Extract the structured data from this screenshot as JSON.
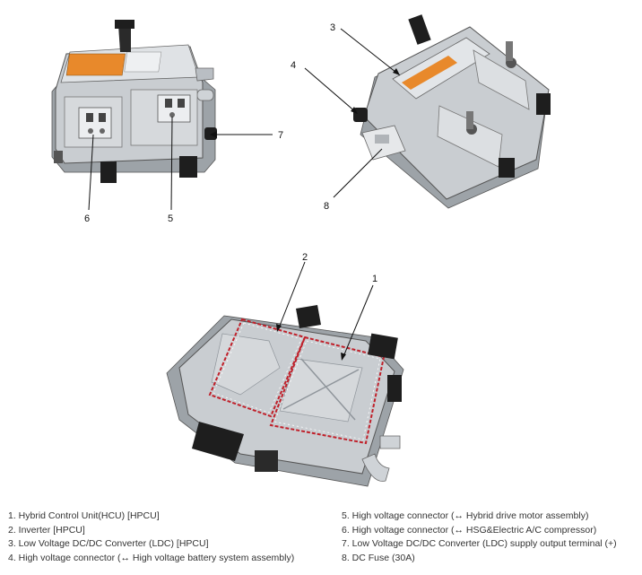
{
  "callouts": {
    "c1": "1",
    "c2": "2",
    "c3": "3",
    "c4": "4",
    "c5": "5",
    "c6": "6",
    "c7": "7",
    "c8": "8"
  },
  "legend": {
    "left": [
      "1. Hybrid Control Unit(HCU) [HPCU]",
      "2. Inverter [HPCU]",
      "3. Low Voltage DC/DC Converter (LDC) [HPCU]",
      "4. High voltage connector (↔ High voltage battery system assembly)"
    ],
    "right": [
      "5. High voltage connector (↔ Hybrid drive motor assembly)",
      "6. High voltage connector (↔ HSG&Electric A/C compressor)",
      "7. Low Voltage DC/DC Converter (LDC) supply output terminal (+)",
      "8. DC Fuse (30A)"
    ]
  },
  "colors": {
    "housing": "#c9cdd1",
    "housing_dark": "#8f959b",
    "connector": "#1e1e1e",
    "label": "#e8892b",
    "highlight": "#c0202a"
  }
}
